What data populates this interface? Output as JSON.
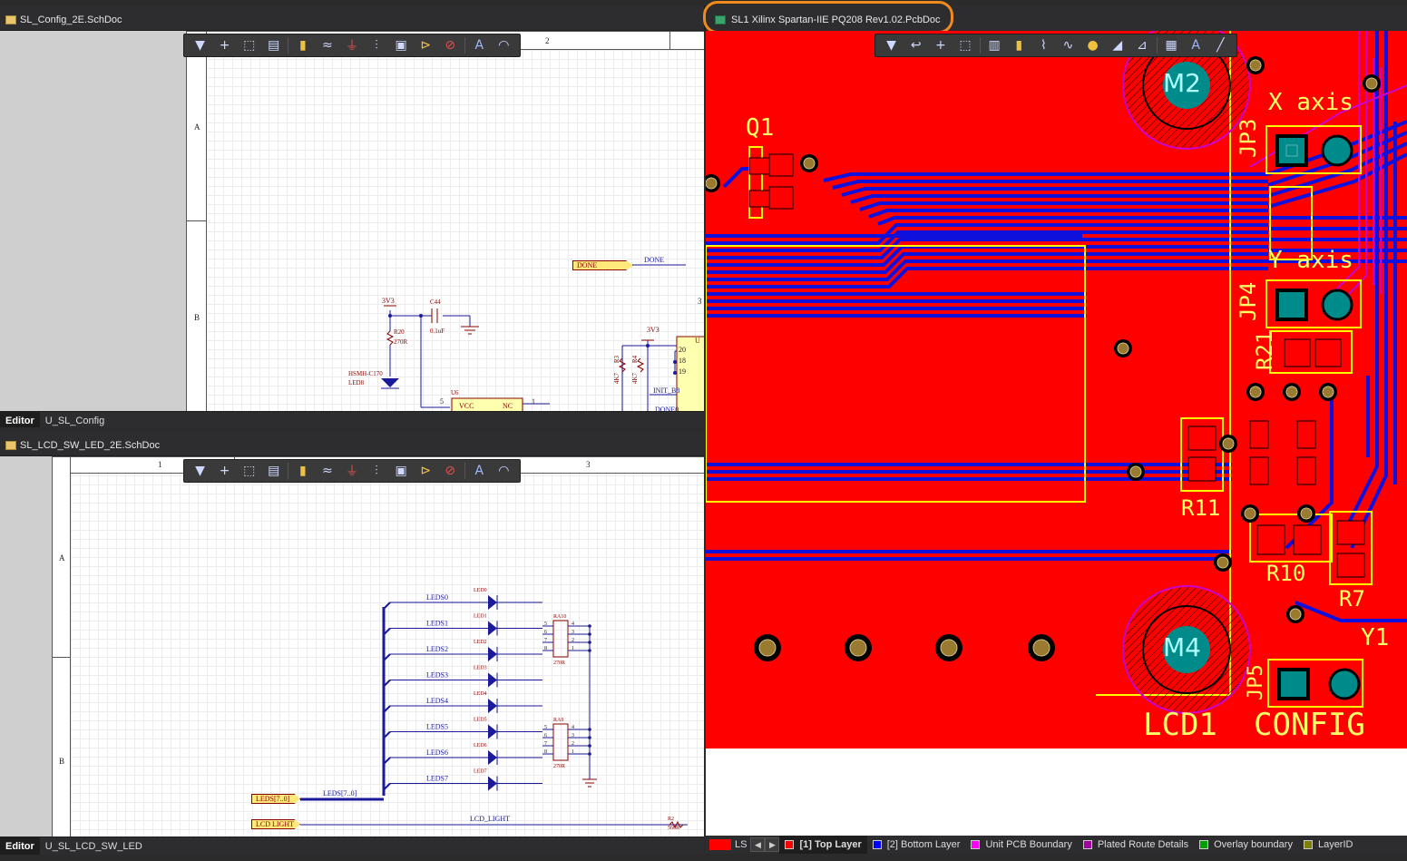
{
  "top_schematic": {
    "tab_title": "SL_Config_2E.SchDoc",
    "zone_numbers": [
      "2",
      "3"
    ],
    "zone_letters": [
      "A",
      "B"
    ],
    "labels": {
      "done_port": "DONE",
      "done_net": "DONE",
      "v3v3_a": "3V3",
      "c44": "C44",
      "c44_val": "0.1uF",
      "r20": "R20",
      "r20_val": "270R",
      "led8_part": "HSMH-C170",
      "led8": "LED8",
      "u6": "U6",
      "vcc": "VCC",
      "nc": "NC",
      "pin5": "5",
      "pin1": "1",
      "v3v3_b": "3V3",
      "p20": "20",
      "p18": "18",
      "p19": "19",
      "r3": "R3",
      "r4": "R4",
      "r3_val": "4K7",
      "r4_val": "4K7",
      "init": "INIT_B8",
      "done0": "DONE0",
      "u_ref": "U"
    },
    "bottom_tabs": [
      "Editor",
      "U_SL_Config"
    ]
  },
  "bottom_schematic": {
    "tab_title": "SL_LCD_SW_LED_2E.SchDoc",
    "zone_numbers": [
      "1",
      "3"
    ],
    "zone_letters": [
      "A",
      "B"
    ],
    "led_nets": [
      "LEDS0",
      "LEDS1",
      "LEDS2",
      "LEDS3",
      "LEDS4",
      "LEDS5",
      "LEDS6",
      "LEDS7"
    ],
    "led_refs": [
      "LED0",
      "LED1",
      "LED2",
      "LED3",
      "LED4",
      "LED5",
      "LED6",
      "LED7"
    ],
    "ra10": "RA10",
    "ra9": "RA9",
    "ra_val": "270R",
    "ra_pins_left": [
      "5",
      "6",
      "7",
      "8"
    ],
    "ra_pins_right": [
      "4",
      "3",
      "2",
      "1"
    ],
    "bus_port": "LEDS[7..0]",
    "bus_net": "LEDS[7..0]",
    "lcd_port": "LCD LIGHT",
    "lcd_net": "LCD_LIGHT",
    "r2": "R2",
    "r2_val": "560R",
    "bottom_tabs": [
      "Editor",
      "U_SL_LCD_SW_LED"
    ]
  },
  "pcb": {
    "tab_title": "SL1 Xilinx Spartan-IIE PQ208 Rev1.02.PcbDoc",
    "labels": {
      "m2": "M2",
      "m4": "M4",
      "q1": "Q1",
      "x_axis": "X  axis",
      "y_axis": "Y  axis",
      "jp3": "JP3",
      "jp4": "JP4",
      "jp5": "JP5",
      "r21": "R21",
      "r11": "R11",
      "r10": "R10",
      "r7": "R7",
      "y1": "Y1",
      "lcd1": "LCD1",
      "config": "CONFIG"
    },
    "status": {
      "ls": "LS",
      "layers": [
        {
          "name": "[1] Top Layer",
          "color": "#ff0000",
          "active": true
        },
        {
          "name": "[2] Bottom Layer",
          "color": "#0000ff",
          "active": false
        },
        {
          "name": "Unit PCB Boundary",
          "color": "#ff00ff",
          "active": false
        },
        {
          "name": "Plated Route Details",
          "color": "#a000a0",
          "active": false
        },
        {
          "name": "Overlay boundary",
          "color": "#00a000",
          "active": false
        },
        {
          "name": "LayerID",
          "color": "#808000",
          "active": false
        }
      ]
    }
  },
  "toolbar_icons": [
    "filter-icon",
    "cross-icon",
    "select-rect-icon",
    "align-icon",
    "component-icon",
    "wire-icon",
    "ground-icon",
    "bus-icon",
    "part-icon",
    "port-icon",
    "directive-icon",
    "text-icon",
    "arc-icon"
  ],
  "pcb_toolbar_icons": [
    "filter-icon",
    "route-icon",
    "cross-icon",
    "select-rect-icon",
    "chart-icon",
    "component-icon",
    "interactive-route-icon",
    "diff-pair-icon",
    "via-icon",
    "polygon-icon",
    "dimension-icon",
    "graph-icon",
    "text-icon",
    "line-icon"
  ]
}
